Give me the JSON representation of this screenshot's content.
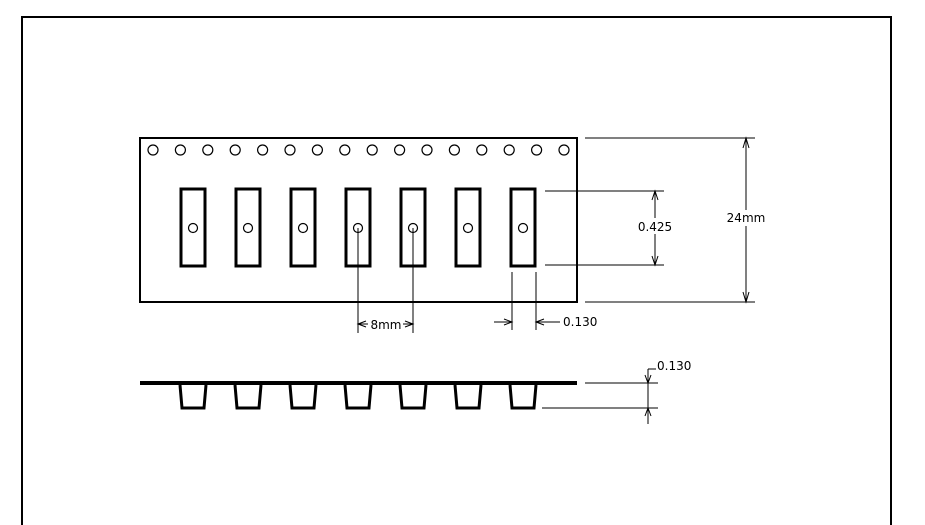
{
  "dimensions": {
    "height_label": "24mm",
    "pocket_length_label": "0.425",
    "pitch_label": "8mm",
    "pocket_width_label": "0.130",
    "pocket_depth_label": "0.130"
  },
  "tape": {
    "sprocket_hole_count": 16,
    "pocket_count": 7
  },
  "colors": {
    "line": "#000000",
    "background": "#ffffff"
  }
}
